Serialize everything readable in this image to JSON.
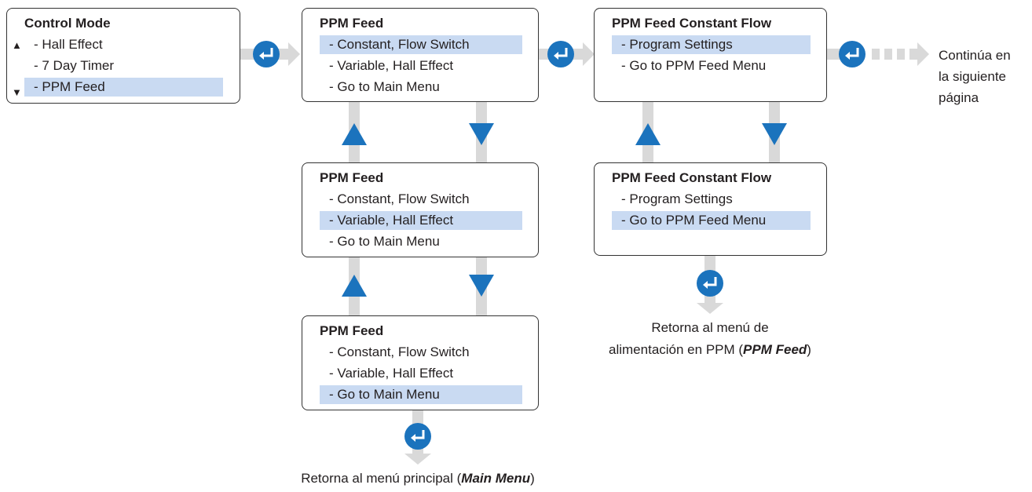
{
  "colors": {
    "accent": "#1b73bd",
    "highlight": "#c9daf2",
    "connector": "#d9d9d9",
    "border": "#333333"
  },
  "icons": {
    "enter": "enter-return-icon",
    "scroll_up": "triangle-up-icon",
    "scroll_down": "triangle-down-icon"
  },
  "boxes": {
    "control_mode": {
      "title": "Control Mode",
      "items": [
        "- Hall Effect",
        "- 7 Day Timer",
        "- PPM Feed"
      ],
      "selected": "- PPM Feed"
    },
    "ppm_feed_1": {
      "title": "PPM Feed",
      "items": [
        "- Constant, Flow Switch",
        "- Variable, Hall Effect",
        "- Go to Main Menu"
      ],
      "selected": "- Constant, Flow Switch"
    },
    "ppm_feed_2": {
      "title": "PPM Feed",
      "items": [
        "- Constant, Flow Switch",
        "- Variable, Hall Effect",
        "- Go to Main Menu"
      ],
      "selected": "- Variable, Hall Effect"
    },
    "ppm_feed_3": {
      "title": "PPM Feed",
      "items": [
        "- Constant, Flow Switch",
        "- Variable, Hall Effect",
        "- Go to Main Menu"
      ],
      "selected": "- Go to Main Menu"
    },
    "constant_flow_1": {
      "title": "PPM Feed Constant Flow",
      "items": [
        "- Program Settings",
        "- Go to PPM Feed Menu"
      ],
      "selected": "- Program Settings"
    },
    "constant_flow_2": {
      "title": "PPM Feed Constant Flow",
      "items": [
        "- Program Settings",
        "- Go to PPM Feed Menu"
      ],
      "selected": "- Go to PPM Feed Menu"
    }
  },
  "captions": {
    "continue_line1": "Continúa en",
    "continue_line2": "la siguiente",
    "continue_line3": "página",
    "ppm_return_line1": "Retorna al menú de",
    "ppm_return_line2_prefix": "alimentación en PPM (",
    "ppm_return_emphasis": "PPM Feed",
    "ppm_return_suffix": ")",
    "main_return_prefix": "Retorna al menú principal (",
    "main_return_emphasis": "Main Menu",
    "main_return_suffix": ")"
  }
}
